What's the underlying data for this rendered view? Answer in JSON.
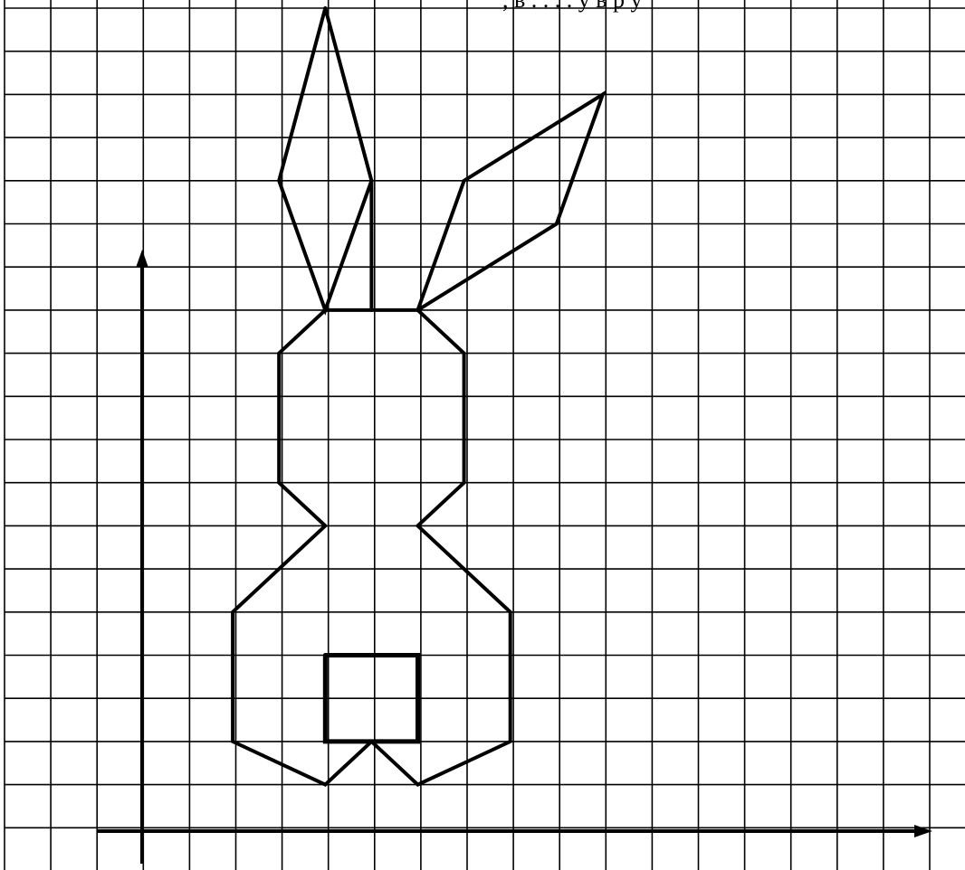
{
  "header": {
    "cut_text": ", в . . . . у      в р у"
  },
  "colors": {
    "grid": "#000000",
    "figure": "#000000",
    "background": "#ffffff"
  },
  "figure": {
    "name": "rabbit",
    "units": "grid cells",
    "polylines": [
      {
        "part": "left-ear",
        "points": [
          [
            3,
            0
          ],
          [
            2,
            4
          ],
          [
            3,
            7
          ],
          [
            4,
            4
          ],
          [
            3,
            0
          ]
        ]
      },
      {
        "part": "ear-stem",
        "points": [
          [
            4,
            4
          ],
          [
            4,
            7
          ]
        ]
      },
      {
        "part": "right-ear",
        "points": [
          [
            5,
            7
          ],
          [
            6,
            4
          ],
          [
            9,
            2
          ],
          [
            8,
            5
          ],
          [
            5,
            7
          ]
        ]
      },
      {
        "part": "head-left",
        "points": [
          [
            3,
            7
          ],
          [
            2,
            8
          ],
          [
            2,
            11
          ],
          [
            3,
            12
          ],
          [
            1,
            14
          ],
          [
            1,
            17
          ],
          [
            3,
            18
          ],
          [
            4,
            17
          ]
        ]
      },
      {
        "part": "head-right",
        "points": [
          [
            3,
            7
          ],
          [
            5,
            7
          ],
          [
            6,
            8
          ],
          [
            6,
            11
          ],
          [
            5,
            12
          ],
          [
            7,
            14
          ],
          [
            7,
            17
          ],
          [
            5,
            18
          ],
          [
            4,
            17
          ]
        ]
      },
      {
        "part": "tail",
        "points": [
          [
            3,
            15
          ],
          [
            5,
            15
          ],
          [
            5,
            17
          ],
          [
            3,
            17
          ],
          [
            3,
            15
          ]
        ]
      }
    ]
  },
  "axes": {
    "y_arrow": "up",
    "x_arrow": "right"
  }
}
